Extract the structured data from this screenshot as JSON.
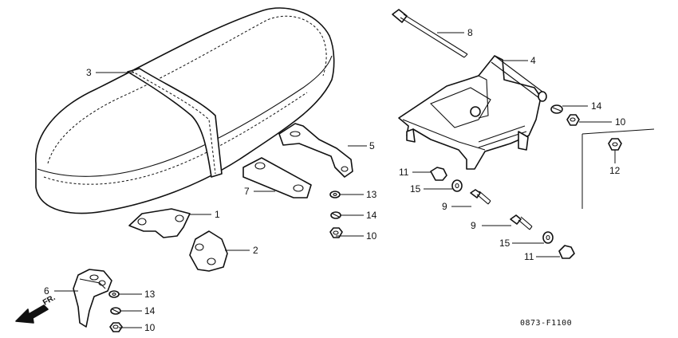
{
  "callouts": [
    {
      "id": "p1",
      "label": "1"
    },
    {
      "id": "p2",
      "label": "2"
    },
    {
      "id": "p3",
      "label": "3"
    },
    {
      "id": "p4",
      "label": "4"
    },
    {
      "id": "p5",
      "label": "5"
    },
    {
      "id": "p6",
      "label": "6"
    },
    {
      "id": "p7",
      "label": "7"
    },
    {
      "id": "p8",
      "label": "8"
    },
    {
      "id": "p9a",
      "label": "9"
    },
    {
      "id": "p9b",
      "label": "9"
    },
    {
      "id": "p10a",
      "label": "10"
    },
    {
      "id": "p10b",
      "label": "10"
    },
    {
      "id": "p10c",
      "label": "10"
    },
    {
      "id": "p11a",
      "label": "11"
    },
    {
      "id": "p11b",
      "label": "11"
    },
    {
      "id": "p12",
      "label": "12"
    },
    {
      "id": "p13a",
      "label": "13"
    },
    {
      "id": "p13b",
      "label": "13"
    },
    {
      "id": "p14a",
      "label": "14"
    },
    {
      "id": "p14b",
      "label": "14"
    },
    {
      "id": "p14c",
      "label": "14"
    },
    {
      "id": "p15a",
      "label": "15"
    },
    {
      "id": "p15b",
      "label": "15"
    }
  ],
  "front_marker": "FR.",
  "diagram_code": "0873-F1100"
}
